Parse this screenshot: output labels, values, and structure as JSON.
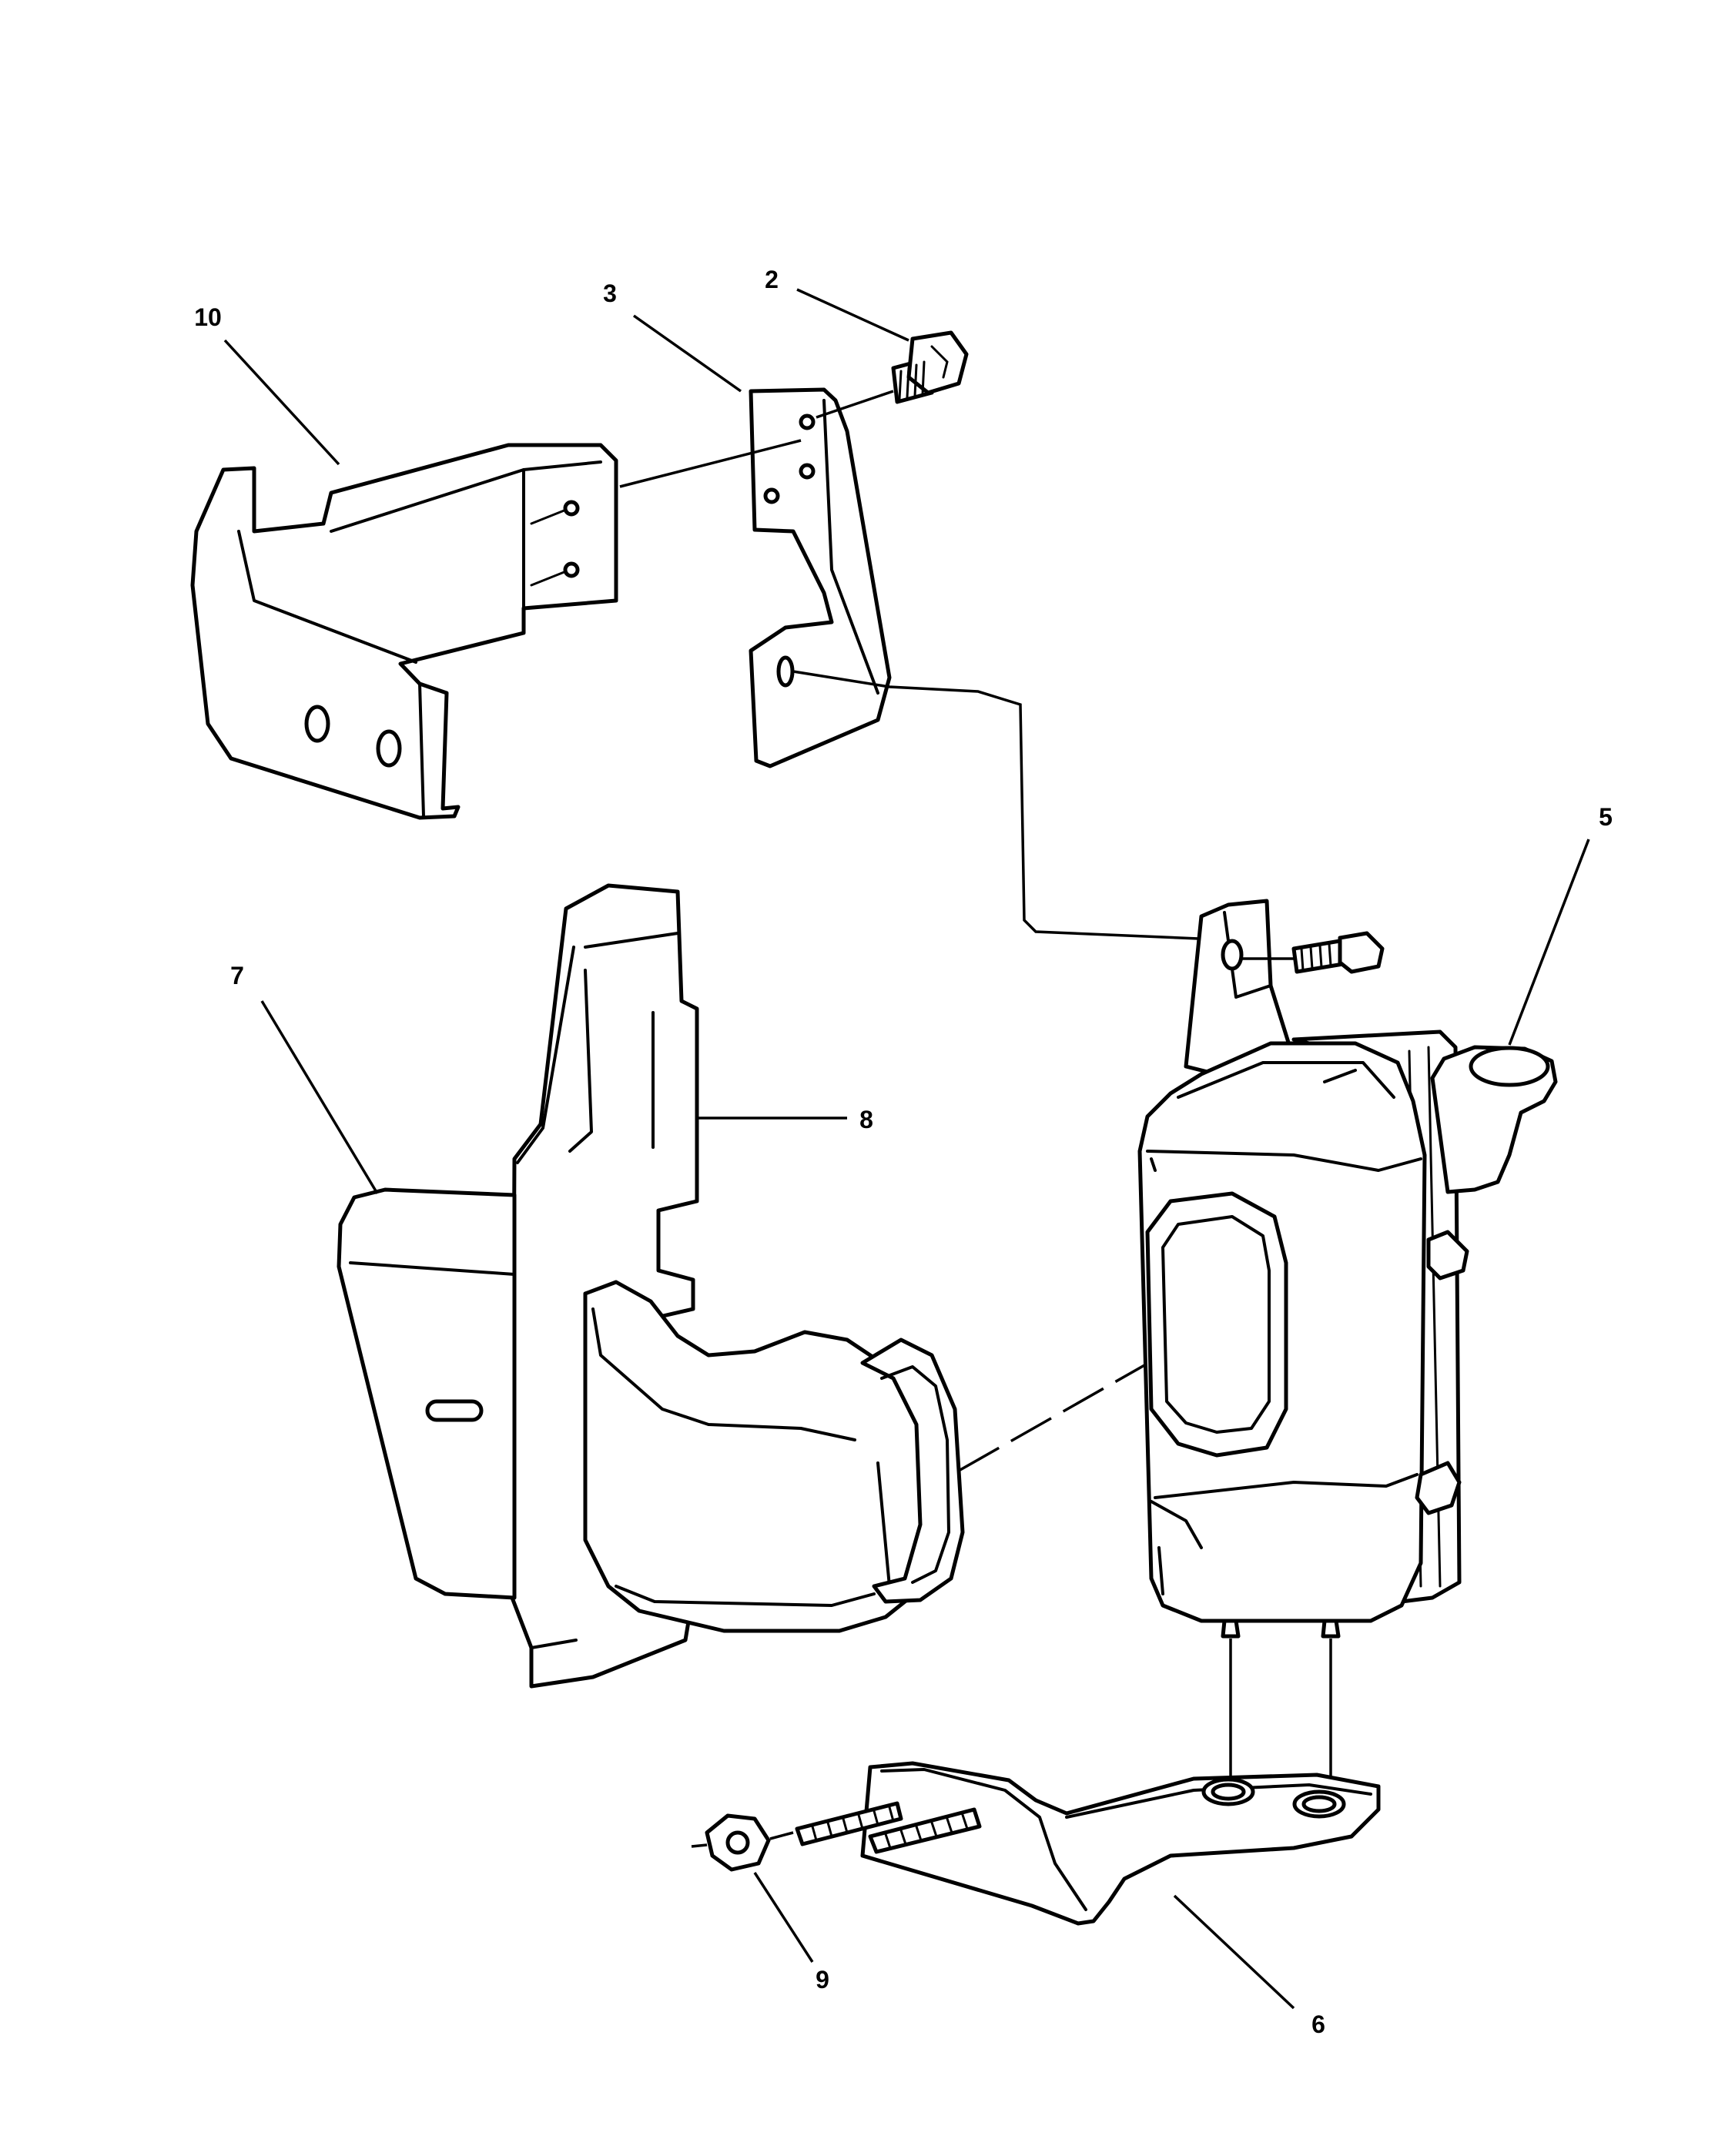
{
  "callouts": {
    "c2": "2",
    "c3": "3",
    "c5": "5",
    "c6": "6",
    "c7": "7",
    "c8": "8",
    "c9": "9",
    "c10": "10"
  }
}
